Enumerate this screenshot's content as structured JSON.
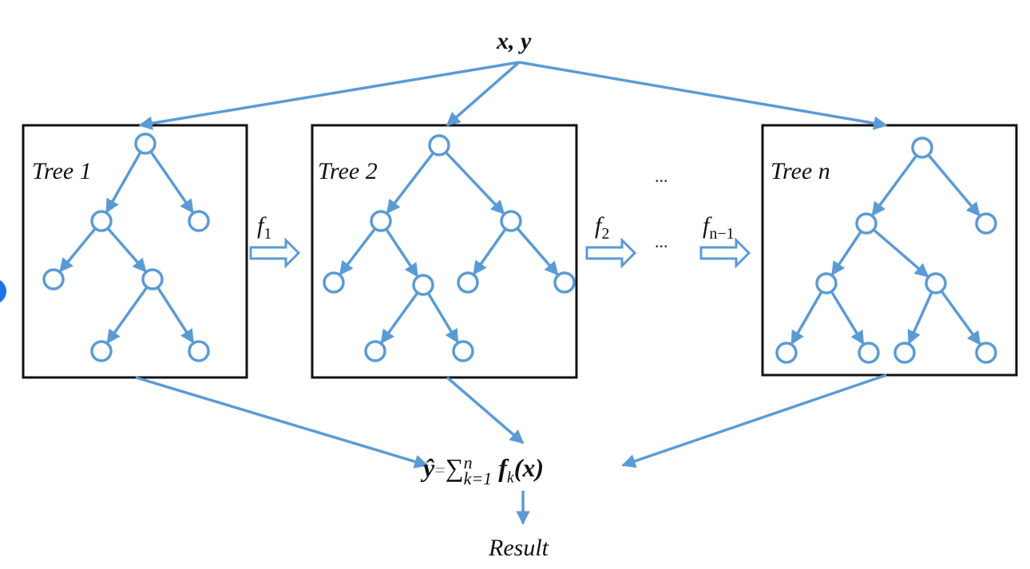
{
  "input_label": "x, y",
  "trees": [
    {
      "label": "Tree 1"
    },
    {
      "label": "Tree 2"
    },
    {
      "label": "Tree n"
    }
  ],
  "transitions": [
    {
      "func": "f",
      "sub": "1"
    },
    {
      "func": "f",
      "sub": "2"
    },
    {
      "func": "f",
      "sub": "n−1"
    }
  ],
  "ellipsis": "...",
  "formula": {
    "lhs": "ŷ",
    "eq": "=",
    "sigma": "∑",
    "sup": "n",
    "sub": "k=1",
    "func": "f",
    "func_sub": "k",
    "arg": "(x)"
  },
  "output_label": "Result",
  "colors": {
    "accent": "#5b9bd5",
    "box": "#111111",
    "edge_marker": "#1a73e8"
  }
}
